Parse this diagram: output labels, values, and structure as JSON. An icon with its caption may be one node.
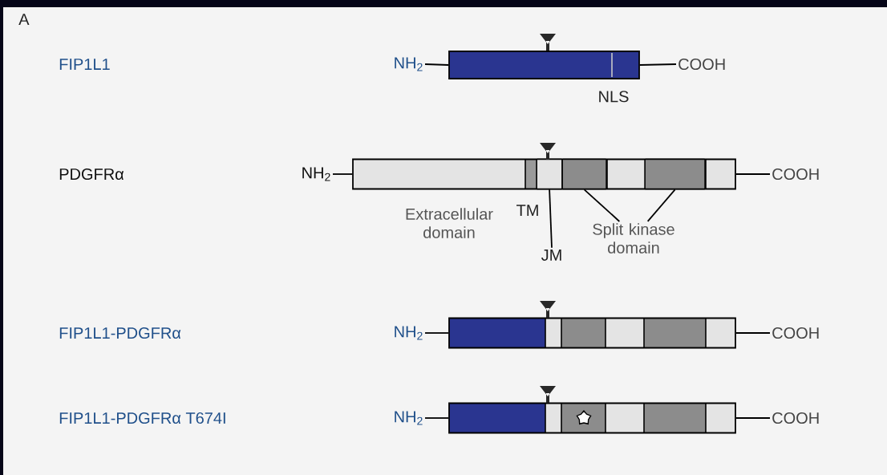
{
  "diagram": {
    "nodes": [
      {
        "text": [
          "NH$_{2}$"
        ]
      },
      {
        "text": [],
        "shape": "bar",
        "beside": [
          "NLS"
        ]
      },
      {
        "text": [
          "COOH"
        ]
      },
      {
        "text": [
          "NH$_{2}$"
        ]
      },
      {
        "text": [],
        "shape": "bar"
      },
      {
        "text": [],
        "shape": "box",
        "in": 4
      },
      {
        "text": [],
        "shape": "box",
        "in": 4
      },
      {
        "text": [],
        "shape": "box",
        "in": 4
      },
      {
        "text": [
          "COOH"
        ]
      },
      {
        "text": [
          "JM"
        ]
      },
      {
        "text": [
          "Split kinase domain"
        ]
      },
      {
        "text": [
          "NH$_{2}$"
        ]
      },
      {
        "text": [],
        "shape": "bar"
      },
      {
        "text": [
          "COOH"
        ]
      },
      {
        "text": [
          "NH$_{2}$"
        ]
      },
      {
        "text": [],
        "shape": "bar"
      },
      {
        "text": [
          "COOH"
        ]
      }
    ],
    "edges": [
      {
        "from": 0,
        "to": 1,
        "arrow": "none"
      },
      {
        "from": 1,
        "to": 2,
        "arrow": "none"
      },
      {
        "from": 3,
        "to": 4,
        "arrow": "none"
      },
      {
        "from": 4,
        "to": 8,
        "arrow": "none"
      },
      {
        "from": 9,
        "to": 5,
        "arrow": "none"
      },
      {
        "from": 10,
        "to": 6,
        "arrow": "none"
      },
      {
        "from": 10,
        "to": 7,
        "arrow": "none"
      },
      {
        "from": 11,
        "to": 12,
        "arrow": "none"
      },
      {
        "from": 12,
        "to": 13,
        "arrow": "none"
      },
      {
        "from": 14,
        "to": 15,
        "arrow": "none"
      },
      {
        "from": 15,
        "to": 16,
        "arrow": "none"
      }
    ],
    "labels": [
      "A",
      "FIP1L1",
      "PDGFRα",
      "Extracellular domain",
      "TM",
      "FIP1L1-PDGFRα",
      "FIP1L1-PDGFRα T674I"
    ]
  }
}
